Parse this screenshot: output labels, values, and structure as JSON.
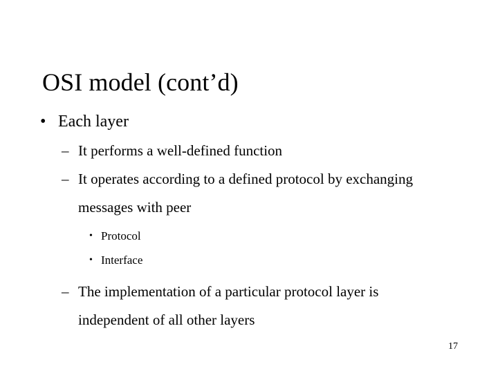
{
  "slide": {
    "title": "OSI model (cont’d)",
    "page_number": "17",
    "background_color": "#ffffff",
    "text_color": "#000000",
    "markers": {
      "level1": "•",
      "level2": "–",
      "level3": "•"
    },
    "bullets": [
      {
        "level": 1,
        "text": "Each layer"
      },
      {
        "level": 2,
        "text": "It performs a well-defined function"
      },
      {
        "level": 2,
        "text": "It operates according to a defined protocol by exchanging messages with peer"
      },
      {
        "level": 3,
        "text": "Protocol"
      },
      {
        "level": 3,
        "text": "Interface"
      },
      {
        "level": 2,
        "text": "The implementation of a particular protocol layer is independent of all other layers"
      }
    ]
  }
}
